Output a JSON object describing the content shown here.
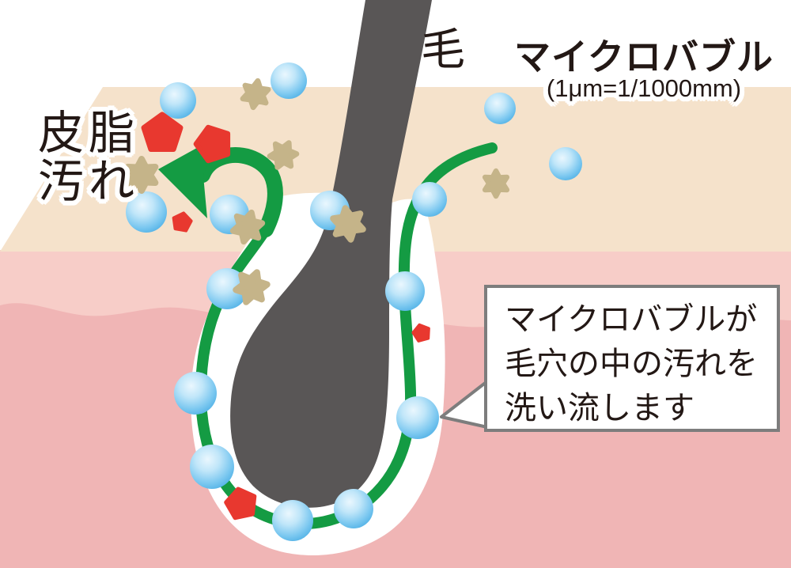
{
  "labels": {
    "hair": "毛",
    "title": "マイクロバブル",
    "subtitle": "(1μm=1/1000mm)",
    "sebum_line1": "皮脂",
    "sebum_line2": "汚れ",
    "callout_line1": "マイクロバブルが",
    "callout_line2": "毛穴の中の汚れを",
    "callout_line3": "洗い流します"
  },
  "colors": {
    "background": "#ffffff",
    "epidermis_surface": "#f5e2cb",
    "dermis_light": "#f7cdc8",
    "dermis_deep": "#f0b5b5",
    "pore": "#ffffff",
    "hair": "#595656",
    "flow_green": "#149b43",
    "microbubble_blue": "#45abe3",
    "dirt_red": "#e8382f",
    "sebum_tan": "#c5b489",
    "callout_border": "#7d7d7d",
    "text": "#231815"
  }
}
